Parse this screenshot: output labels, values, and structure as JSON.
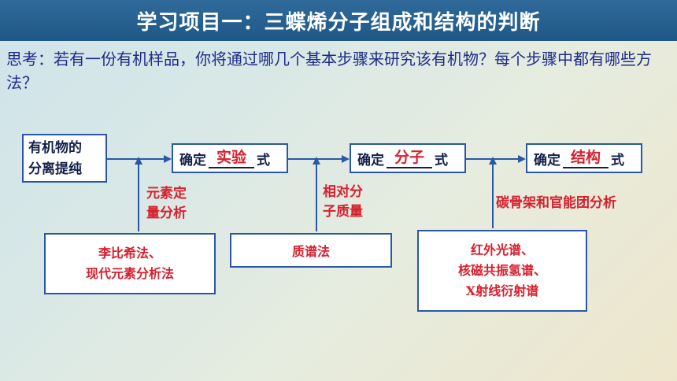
{
  "title": "学习项目一：三蝶烯分子组成和结构的判断",
  "question": "思考：若有一份有机样品，你将通过哪几个基本步骤来研究该有机物？每个步骤中都有哪些方法？",
  "separation_box": {
    "line1": "有机物的",
    "line2": "分离提纯"
  },
  "steps": [
    {
      "prefix": "确定",
      "answer": "实验",
      "suffix": "式"
    },
    {
      "prefix": "确定",
      "answer": "分子",
      "suffix": "式"
    },
    {
      "prefix": "确定",
      "answer": "结构",
      "suffix": "式"
    }
  ],
  "labels": {
    "elemental": {
      "line1": "元素定",
      "line2": "量分析"
    },
    "relative_mass": {
      "line1": "相对分",
      "line2": "子质量"
    },
    "skeleton": "碳骨架和官能团分析"
  },
  "methods": {
    "m1": {
      "line1": "李比希法、",
      "line2": "现代元素分析法"
    },
    "m2": {
      "line1": "质谱法"
    },
    "m3": {
      "line1": "红外光谱、",
      "line2": "核磁共振氢谱、",
      "line3": "X射线衍射谱"
    }
  },
  "colors": {
    "title_bg": "#1f5887",
    "answer": "#d7202e",
    "border": "#2b57a6",
    "question_text": "#1f2a8a"
  }
}
